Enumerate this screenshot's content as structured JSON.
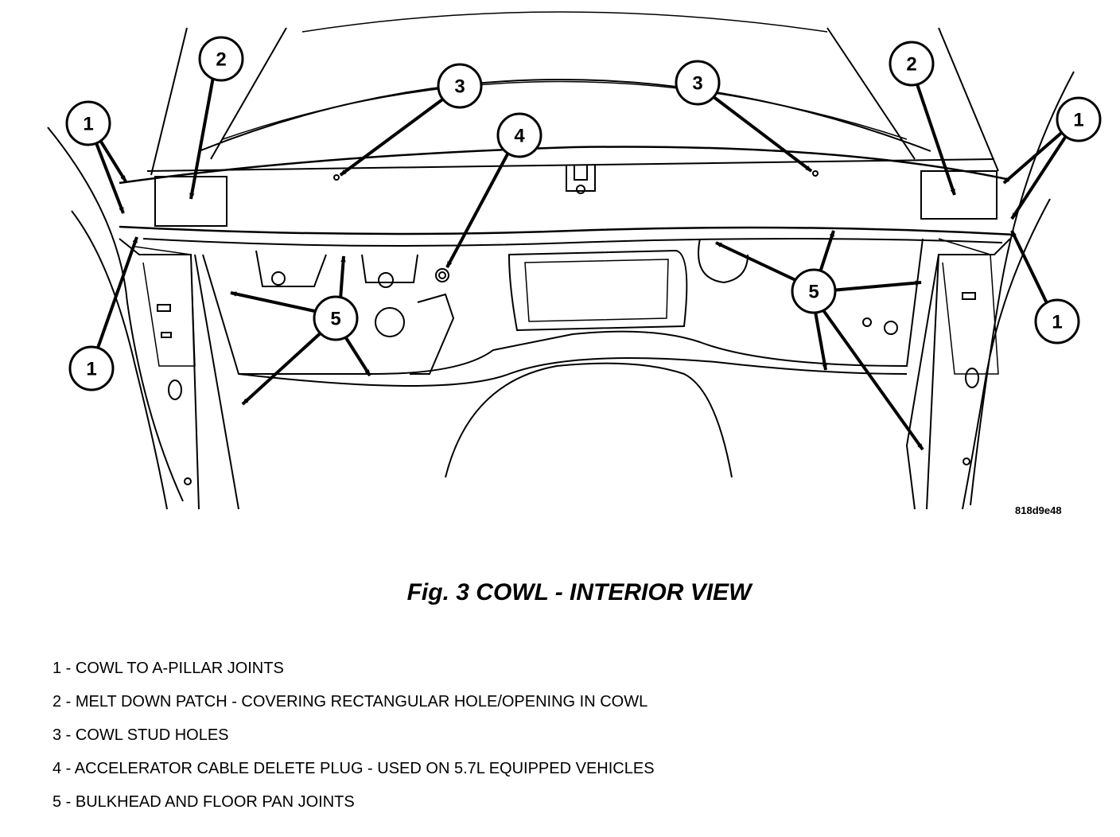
{
  "callouts": [
    "1",
    "1",
    "1",
    "1",
    "2",
    "2",
    "3",
    "3",
    "4",
    "5",
    "5"
  ],
  "figure_id": "818d9e48",
  "caption": "Fig. 3 COWL - INTERIOR VIEW",
  "legend": [
    "1 - COWL TO A-PILLAR JOINTS",
    "2 - MELT DOWN PATCH - COVERING RECTANGULAR HOLE/OPENING IN COWL",
    "3 - COWL STUD HOLES",
    "4 - ACCELERATOR CABLE DELETE PLUG - USED ON 5.7L EQUIPPED VEHICLES",
    "5 - BULKHEAD AND FLOOR PAN JOINTS"
  ]
}
